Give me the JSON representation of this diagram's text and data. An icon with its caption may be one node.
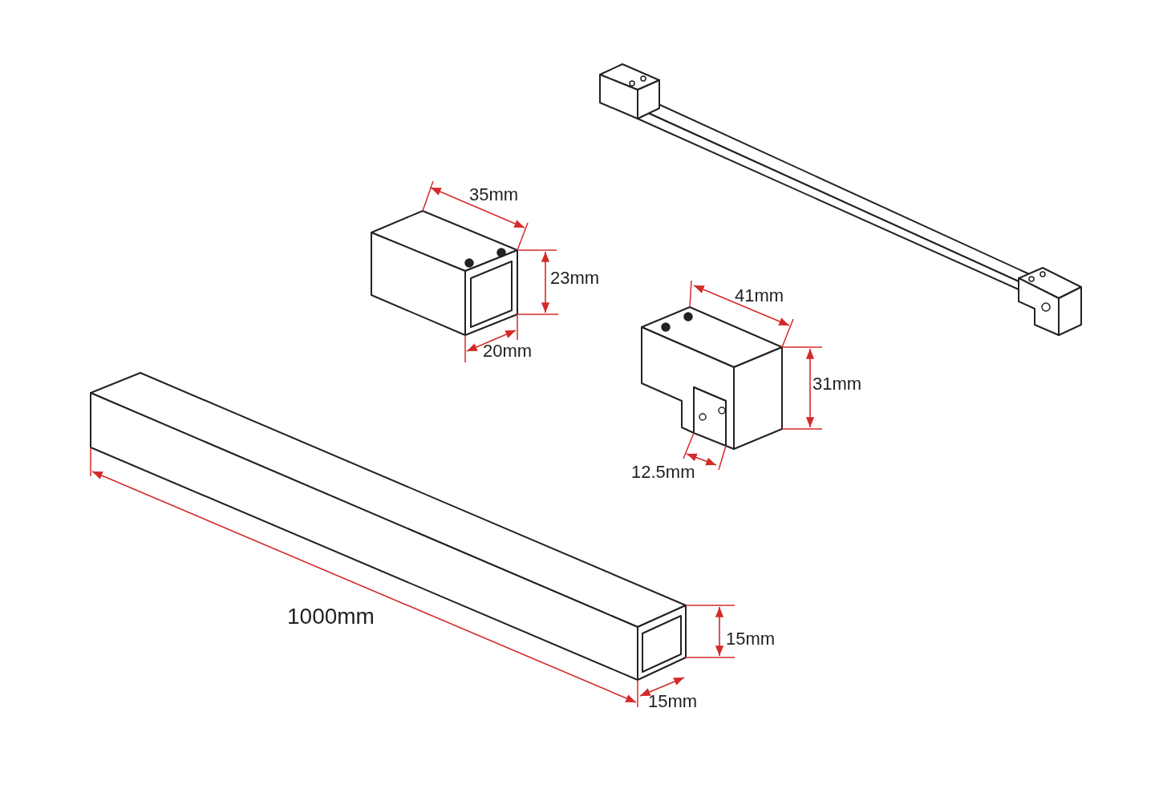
{
  "diagram": {
    "labels": [
      "35mm",
      "23mm",
      "41mm",
      "20mm",
      "31mm",
      "12.5mm",
      "1000mm",
      "15mm",
      "15mm"
    ]
  }
}
